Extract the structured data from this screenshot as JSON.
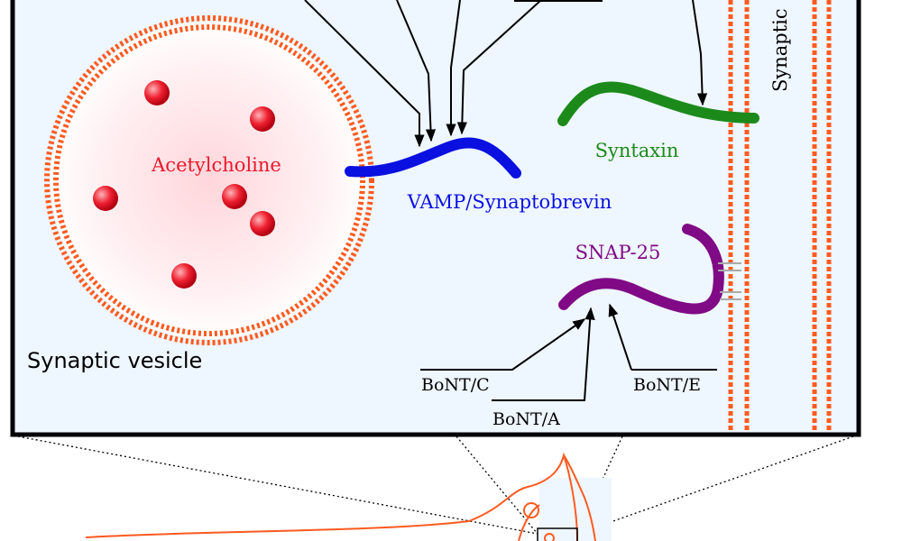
{
  "labels": {
    "acetylcholine": "Acetylcholine",
    "vamp": "VAMP/Synaptobrevin",
    "syntaxin": "Syntaxin",
    "snap25": "SNAP-25",
    "synaptic_vesicle": "Synaptic vesicle",
    "synaptic_edge": "Synaptic",
    "bont_c": "BoNT/C",
    "bont_a": "BoNT/A",
    "bont_e": "BoNT/E"
  },
  "colors": {
    "panel_fill": "#eef6ff",
    "membrane": "#ff5a1f",
    "acetylcholine": "#e8182a",
    "vamp": "#0a10e0",
    "syntaxin": "#1b8a1b",
    "snap25": "#800a86",
    "outline": "#000000"
  }
}
